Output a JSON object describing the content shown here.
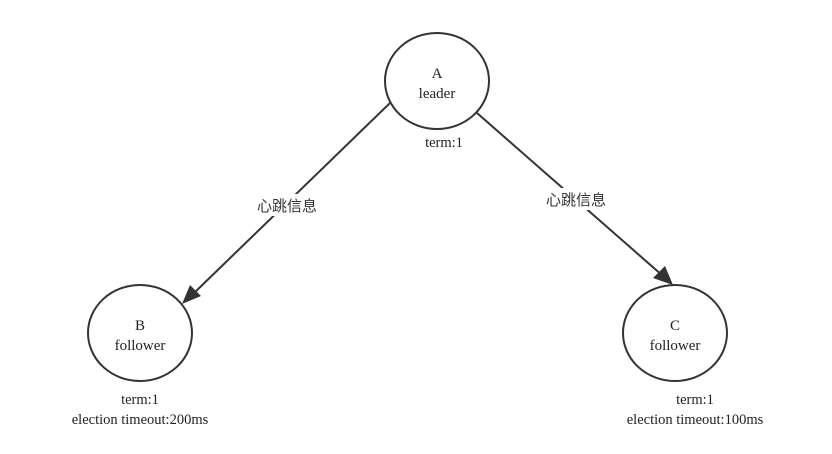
{
  "nodes": {
    "a": {
      "id": "A",
      "role": "leader",
      "term": "term:1"
    },
    "b": {
      "id": "B",
      "role": "follower",
      "term": "term:1",
      "timeout": "election timeout:200ms"
    },
    "c": {
      "id": "C",
      "role": "follower",
      "term": "term:1",
      "timeout": "election timeout:100ms"
    }
  },
  "edges": {
    "a_to_b": {
      "label": "心跳信息"
    },
    "a_to_c": {
      "label": "心跳信息"
    }
  }
}
